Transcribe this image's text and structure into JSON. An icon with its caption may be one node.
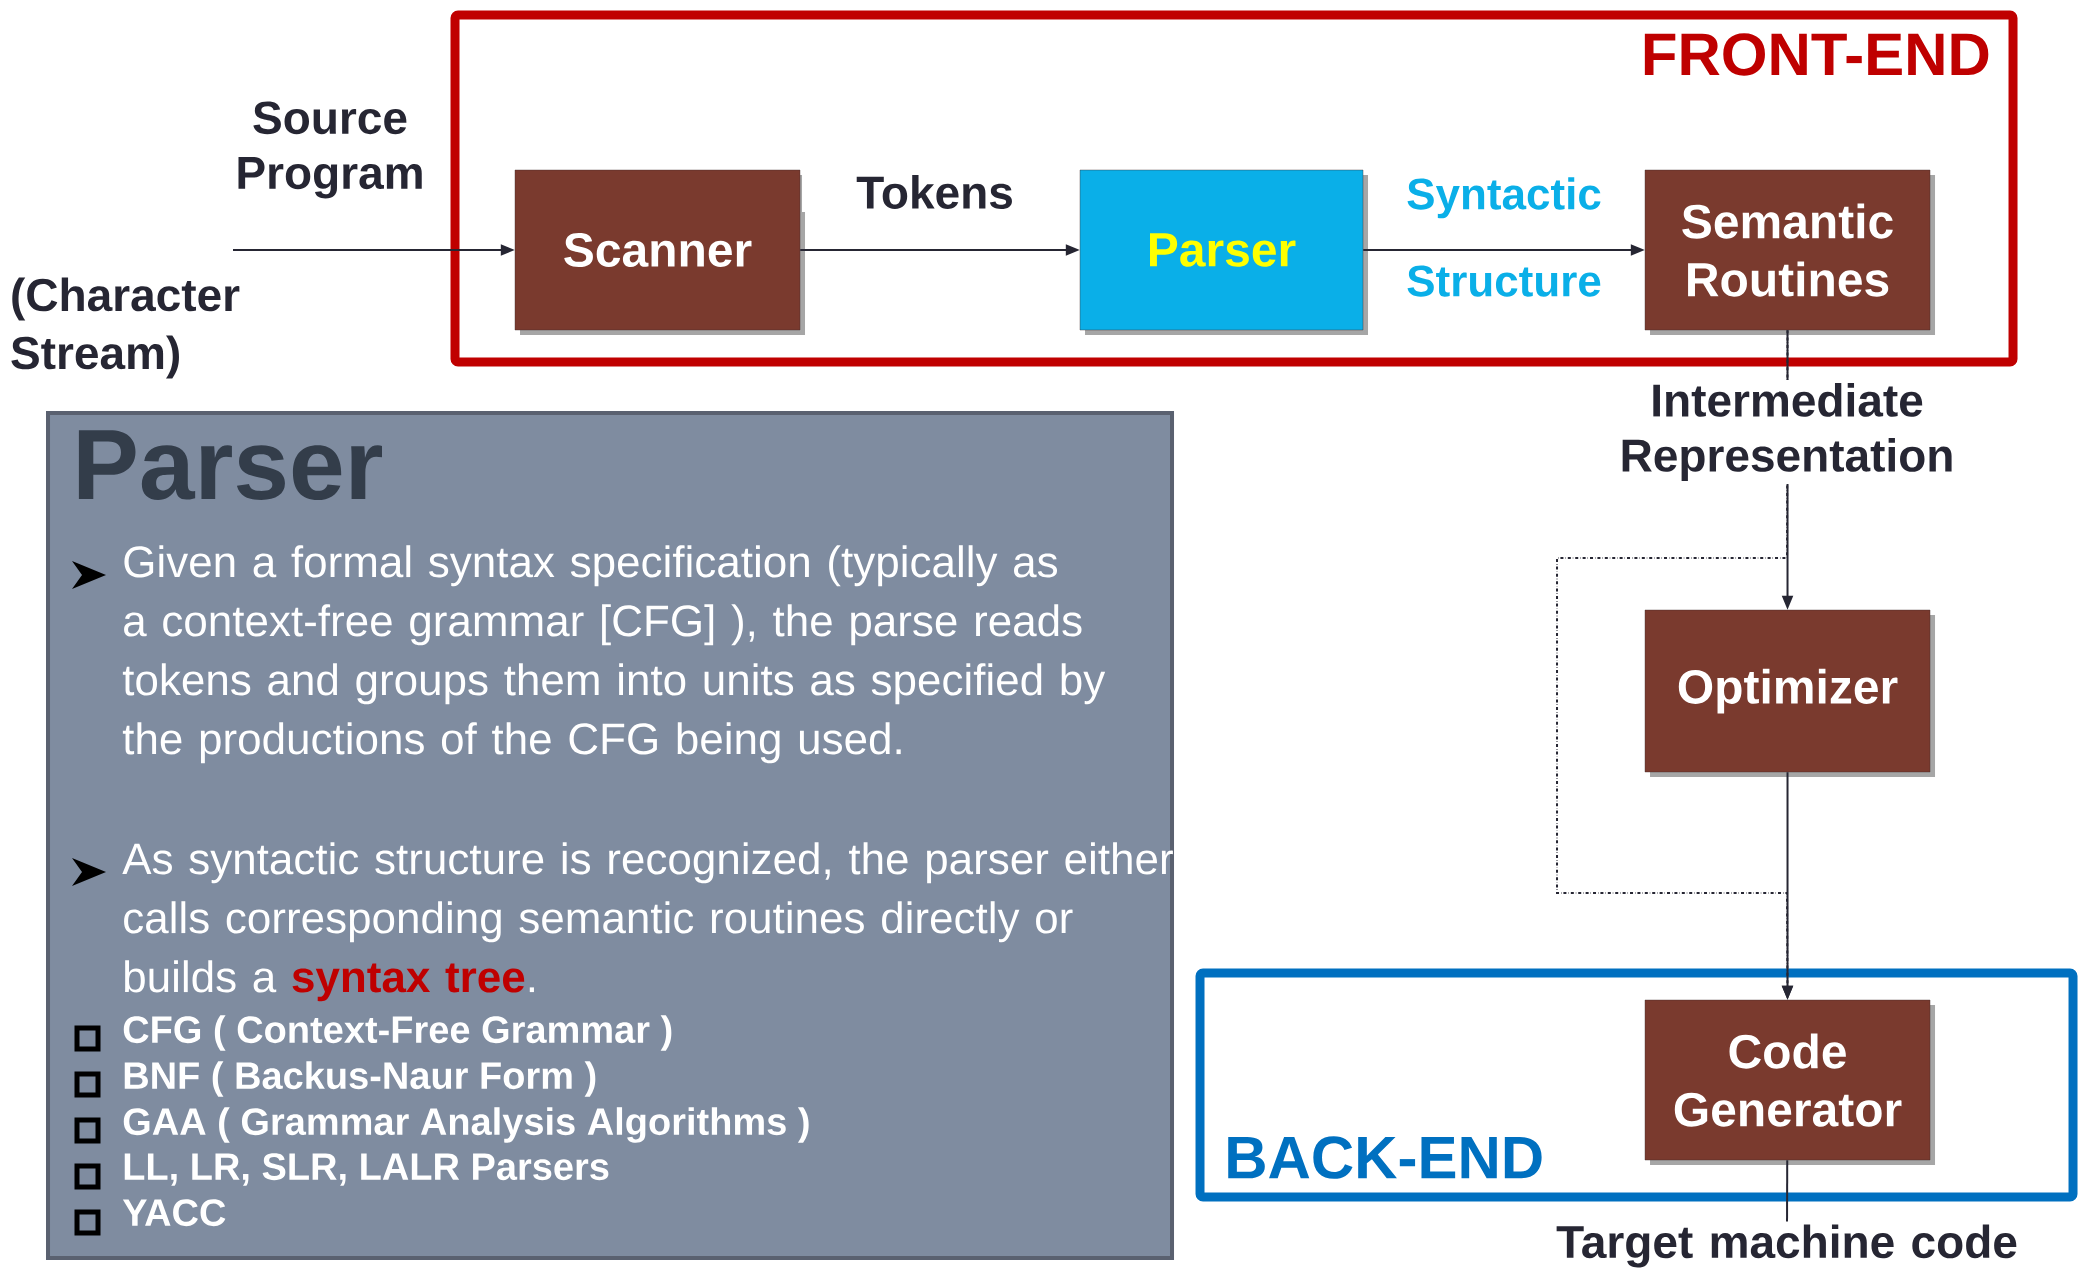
{
  "diagram": {
    "nodes": [
      {
        "text": [
          "FRONT-END"
        ]
      },
      {
        "text": [
          "Scanner"
        ],
        "in": 0
      },
      {
        "text": [
          "Parser"
        ],
        "in": 0
      },
      {
        "text": [
          "Semantic Routines"
        ],
        "in": 0
      },
      {
        "text": [
          "Optimizer"
        ]
      },
      {
        "text": [
          "BACK-END"
        ]
      },
      {
        "text": [
          "Code Generator"
        ],
        "in": 5
      },
      {
        "text": [
          "Parser",
          "Given a formal syntax specification (typically as a context-free grammar [CFG] ), the parse reads tokens and groups them into units as specified by the productions of the CFG being used.",
          "As syntactic structure is recognized, the parser either calls corresponding semantic routines directly or builds a **syntax tree**.",
          "CFG ( Context-Free Grammar )",
          "BNF ( Backus-Naur Form )",
          "GAA ( Grammar Analysis Algorithms )",
          "LL, LR, SLR, LALR Parsers",
          "YACC"
        ]
      }
    ],
    "edges": [
      {
        "from": null,
        "to": 1,
        "arrow": "to",
        "label": "Source Program"
      },
      {
        "from": 1,
        "to": 2,
        "arrow": "to",
        "label": "Tokens"
      },
      {
        "from": 2,
        "to": 3,
        "arrow": "to",
        "label": "Syntactic Structure"
      },
      {
        "from": 3,
        "to": 4,
        "arrow": "to",
        "label": "Intermediate Representation"
      },
      {
        "from": 3,
        "to": 6,
        "arrow": "to",
        "style": "dashed"
      },
      {
        "from": 4,
        "to": 6,
        "arrow": "to"
      },
      {
        "from": 6,
        "to": null,
        "arrow": "none",
        "label": "Target machine code"
      }
    ],
    "labels": [
      "(Character Stream)"
    ]
  }
}
